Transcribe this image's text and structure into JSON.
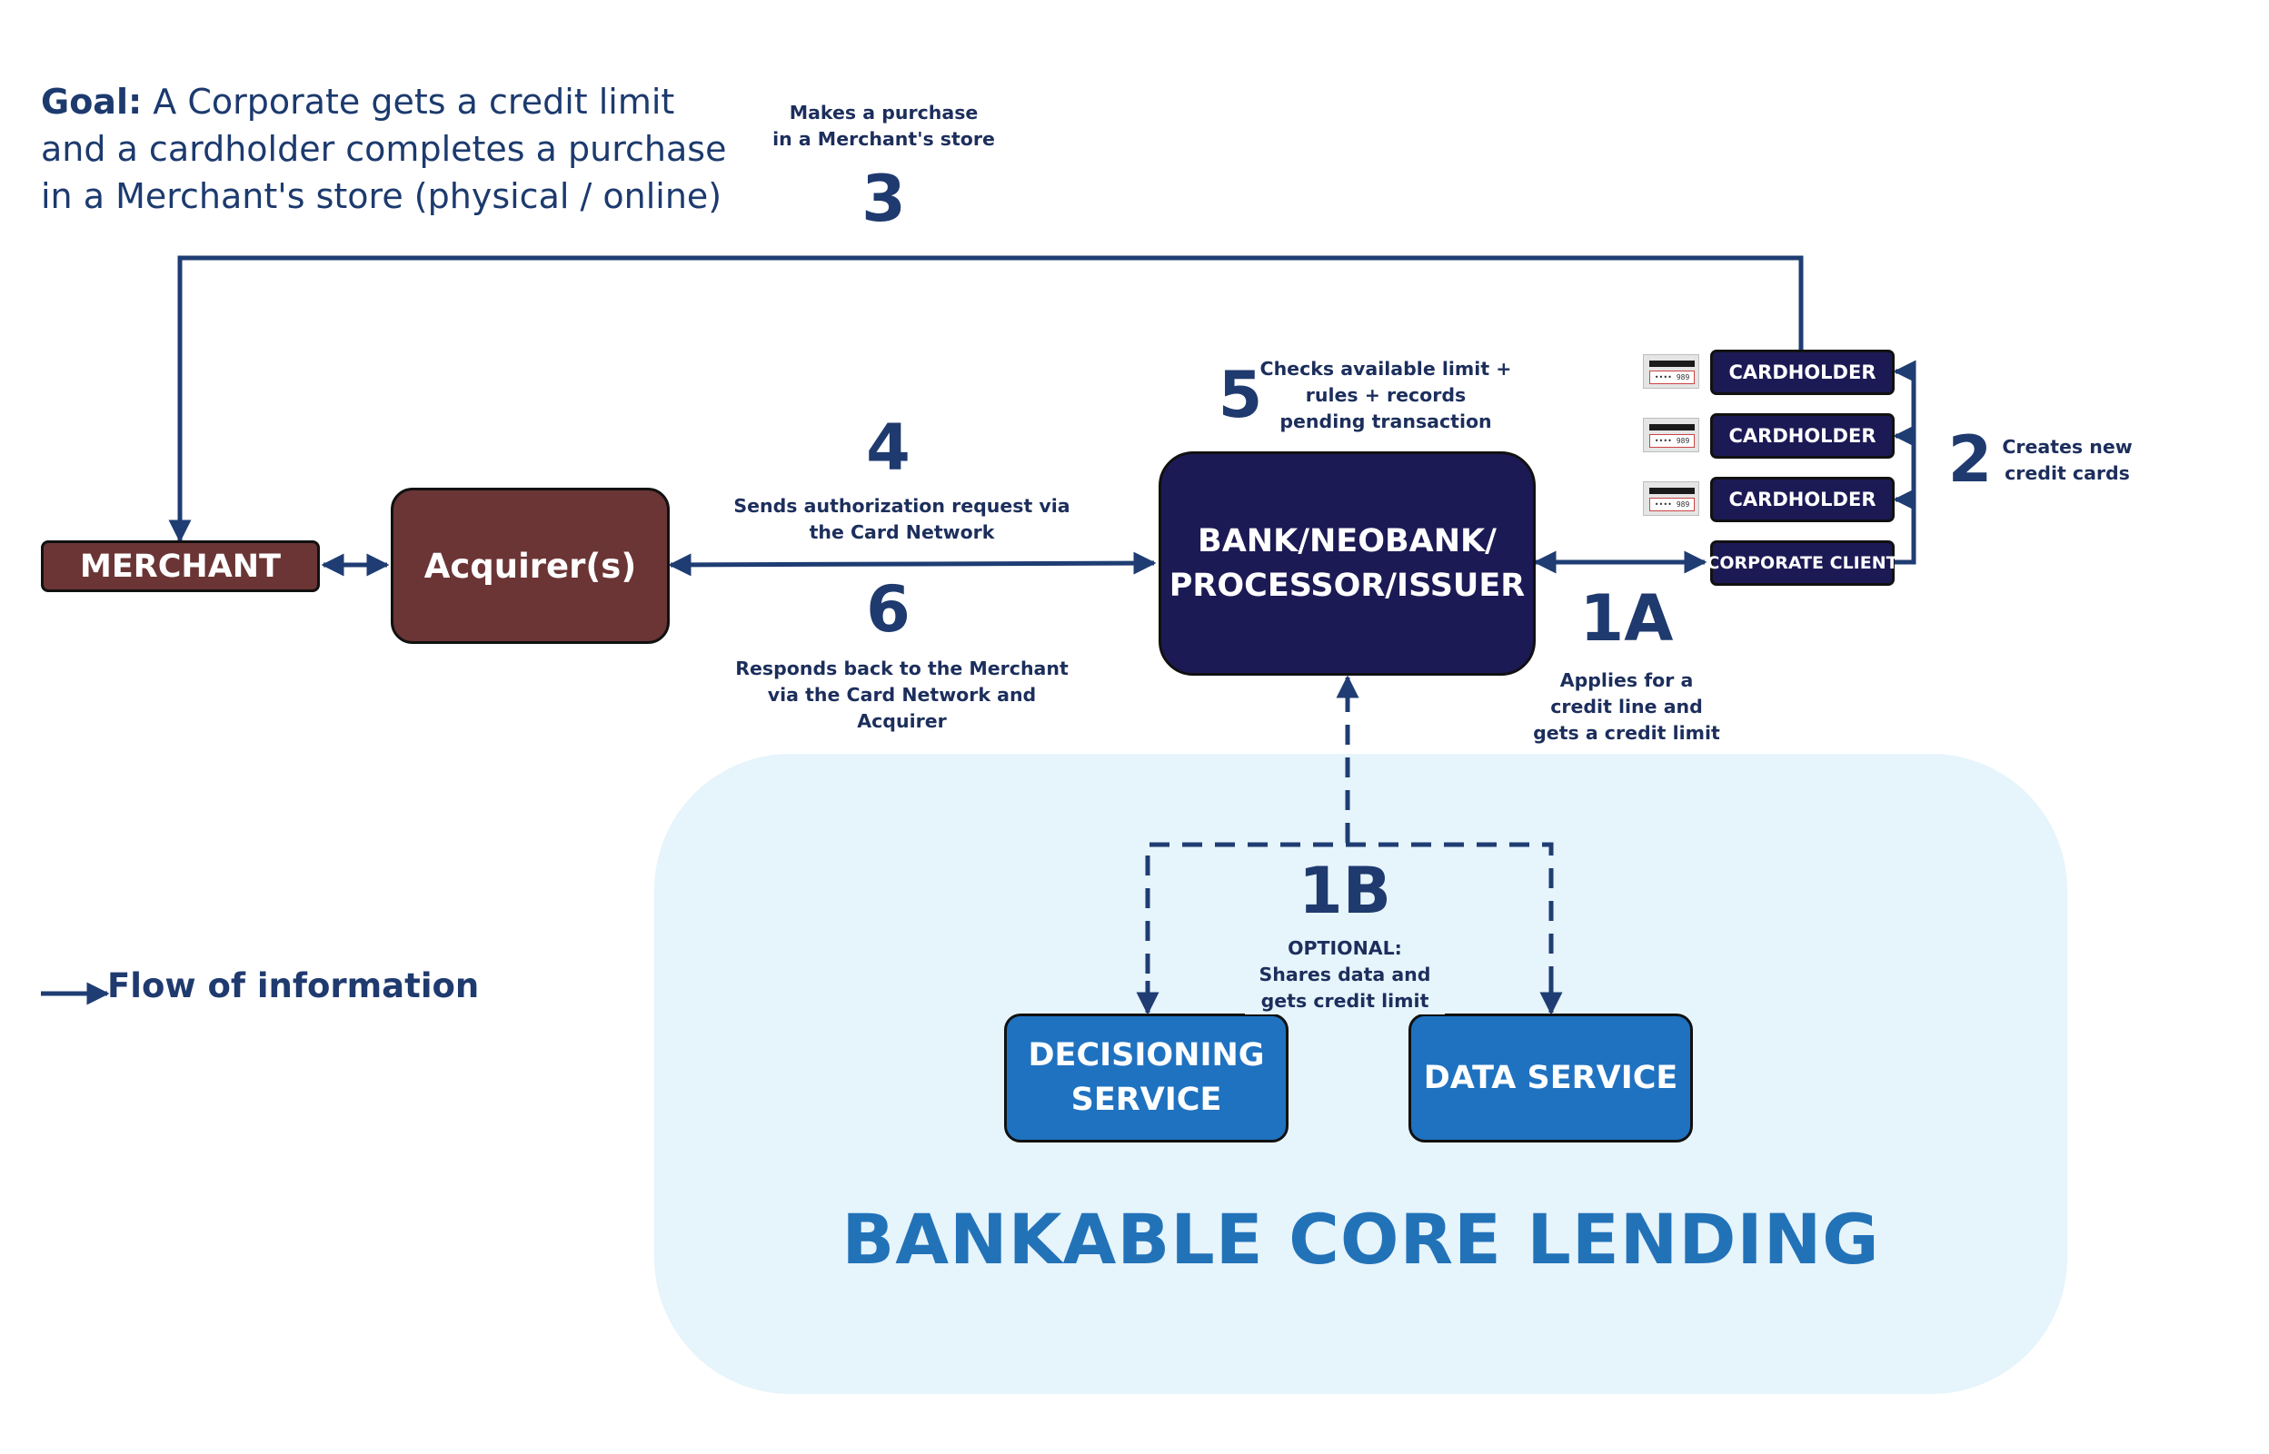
{
  "goal": {
    "prefix": "Goal:",
    "text": " A Corporate gets a credit limit and a cardholder completes a purchase in a Merchant's store (physical / online)"
  },
  "nodes": {
    "merchant": "MERCHANT",
    "acquirer": "Acquirer(s)",
    "bank_line1": "BANK/NEOBANK/",
    "bank_line2": "PROCESSOR/ISSUER",
    "cardholder_1": "CARDHOLDER",
    "cardholder_2": "CARDHOLDER",
    "cardholder_3": "CARDHOLDER",
    "corporate_client": "CORPORATE CLIENT",
    "decisioning_line1": "DECISIONING",
    "decisioning_line2": "SERVICE",
    "data_service": "DATA SERVICE"
  },
  "card_icon_text": "•••• 989",
  "steps": {
    "s3": {
      "num": "3",
      "line1": "Makes a purchase",
      "line2": "in a Merchant's store"
    },
    "s4": {
      "num": "4",
      "line1": "Sends authorization request via",
      "line2": "the Card Network"
    },
    "s5": {
      "num": "5",
      "line1": "Checks available limit +",
      "line2": "rules + records",
      "line3": "pending transaction"
    },
    "s6": {
      "num": "6",
      "line1": "Responds back to the Merchant",
      "line2": "via the Card Network and",
      "line3": "Acquirer"
    },
    "s2": {
      "num": "2",
      "line1": "Creates new",
      "line2": "credit cards"
    },
    "s1a": {
      "num": "1A",
      "line1": "Applies for a",
      "line2": "credit line and",
      "line3": "gets a credit limit"
    },
    "s1b": {
      "num": "1B",
      "line1": "OPTIONAL:",
      "line2": "Shares data and",
      "line3": "gets credit limit"
    }
  },
  "legend": {
    "label": "Flow of information"
  },
  "region": {
    "title": "BANKABLE CORE LENDING"
  },
  "colors": {
    "merchant": "#6b3535",
    "acquirer": "#6b3535",
    "bank": "#1c1a55",
    "cardholder": "#1c1a55",
    "service": "#1f72c0",
    "arrow": "#1f3d73",
    "region_bg": "#e6f4fb",
    "region_title": "#2272b8"
  }
}
